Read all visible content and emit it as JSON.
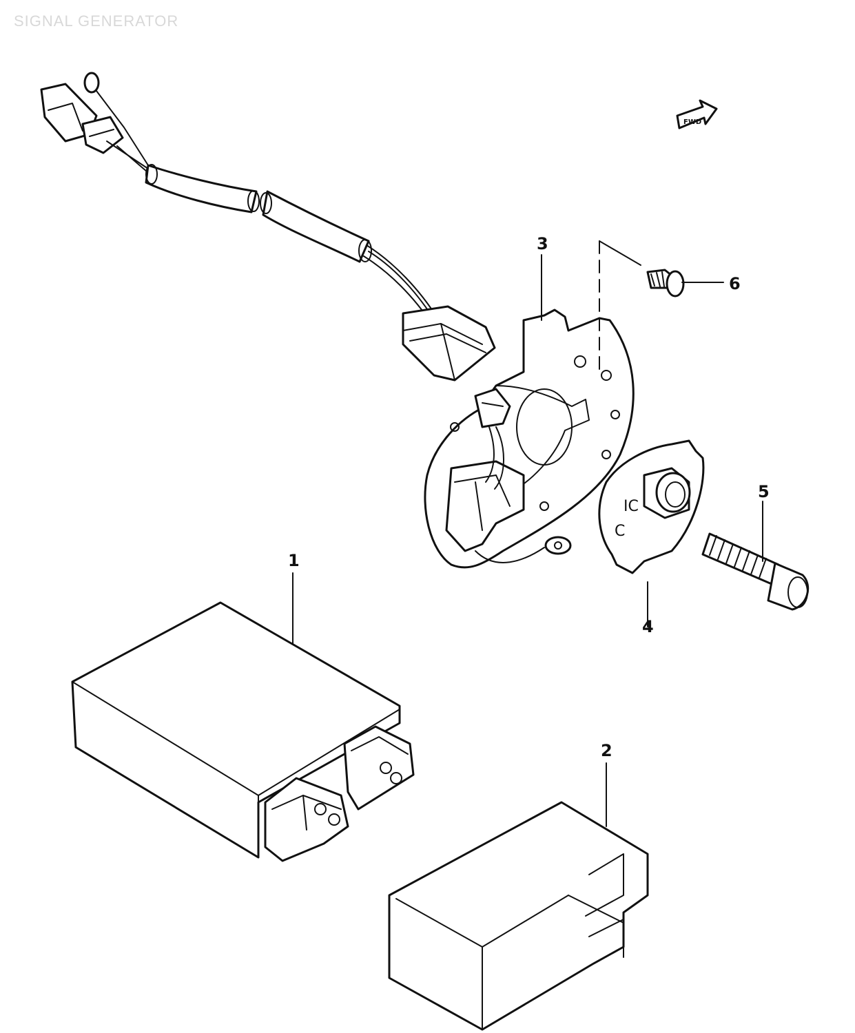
{
  "diagram": {
    "title": "SIGNAL GENERATOR",
    "callouts": [
      {
        "id": "1"
      },
      {
        "id": "2"
      },
      {
        "id": "3"
      },
      {
        "id": "4"
      },
      {
        "id": "5"
      },
      {
        "id": "6"
      }
    ],
    "front_arrow_label": "FWD"
  }
}
